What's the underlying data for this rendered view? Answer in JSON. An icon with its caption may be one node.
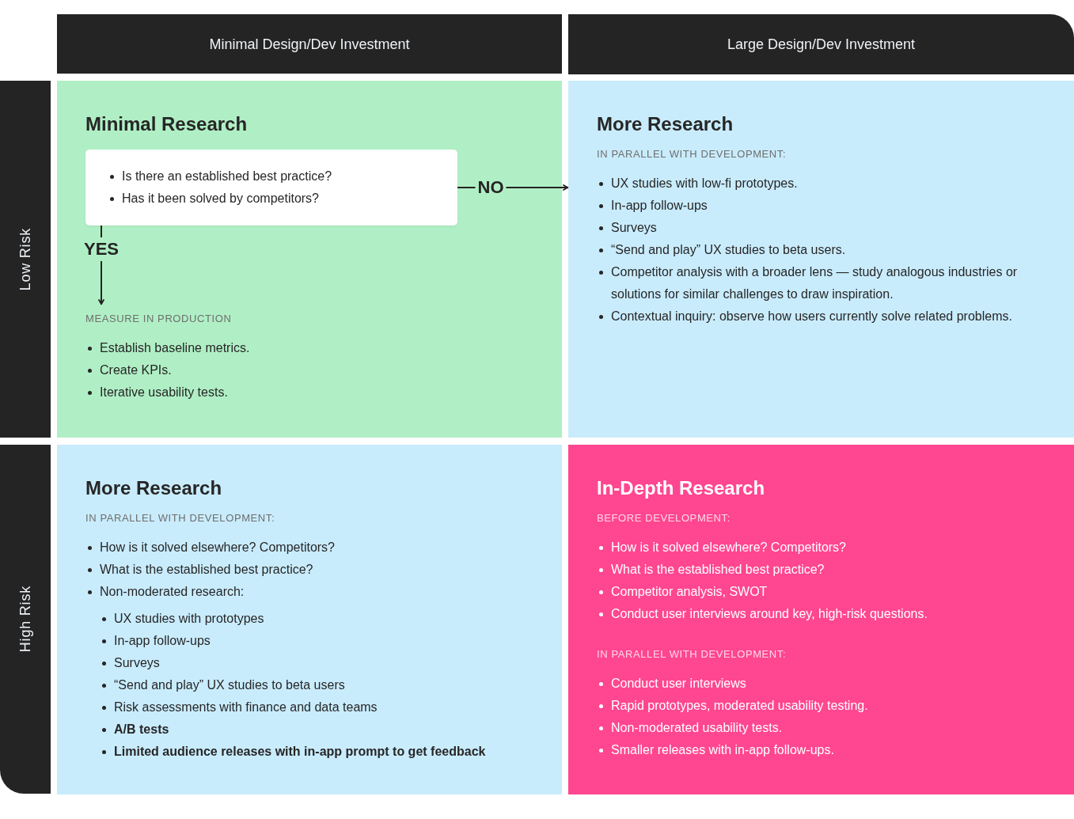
{
  "diagram": {
    "nodes": [
      {
        "text": [
          "Minimal Design/Dev Investment"
        ]
      },
      {
        "text": [
          "Large Design/Dev Investment"
        ]
      },
      {
        "text": [
          "Low Risk"
        ]
      },
      {
        "text": [
          "Minimal Research"
        ]
      },
      {
        "text": [
          "Is there an established best practice?",
          "Has it been solved by competitors?"
        ],
        "in": 3
      },
      {
        "text": [
          "MEASURE IN PRODUCTION",
          "Establish baseline metrics.",
          "Create KPIs.",
          "Iterative usability tests."
        ],
        "in": 3
      },
      {
        "text": [
          "More Research",
          "IN PARALLEL WITH DEVELOPMENT:",
          "UX studies with low-fi prototypes.",
          "In-app follow-ups",
          "Surveys",
          "“Send and play” UX studies to beta users.",
          "Competitor analysis with a broader lens — study analogous industries or solutions for similar challenges to draw inspiration.",
          "Contextual inquiry: observe how users currently solve related problems."
        ]
      },
      {
        "text": [
          "High Risk"
        ]
      },
      {
        "text": [
          "More Research",
          "IN PARALLEL WITH DEVELOPMENT:",
          "How is it solved elsewhere? Competitors?",
          "What is the established best practice?",
          "Non-moderated research:",
          "UX studies with prototypes",
          "In-app follow-ups",
          "Surveys",
          "“Send and play” UX studies to beta users",
          "Risk assessments with finance and data teams",
          "A/B tests",
          "Limited audience releases with in-app prompt to get feedback"
        ]
      },
      {
        "text": [
          "In-Depth Research",
          "BEFORE DEVELOPMENT:",
          "How is it solved elsewhere? Competitors?",
          "What is the established best practice?",
          "Competitor analysis, SWOT",
          "Conduct user interviews around key, high-risk questions.",
          "IN PARALLEL WITH DEVELOPMENT:",
          "Conduct user interviews",
          "Rapid prototypes, moderated usability testing.",
          "Non-moderated usability tests.",
          "Smaller releases with in-app follow-ups."
        ]
      }
    ],
    "edges": [
      {
        "from": 4,
        "to": 6,
        "arrow": "to",
        "label": "NO"
      },
      {
        "from": 4,
        "to": 5,
        "arrow": "to",
        "label": "YES"
      }
    ]
  }
}
